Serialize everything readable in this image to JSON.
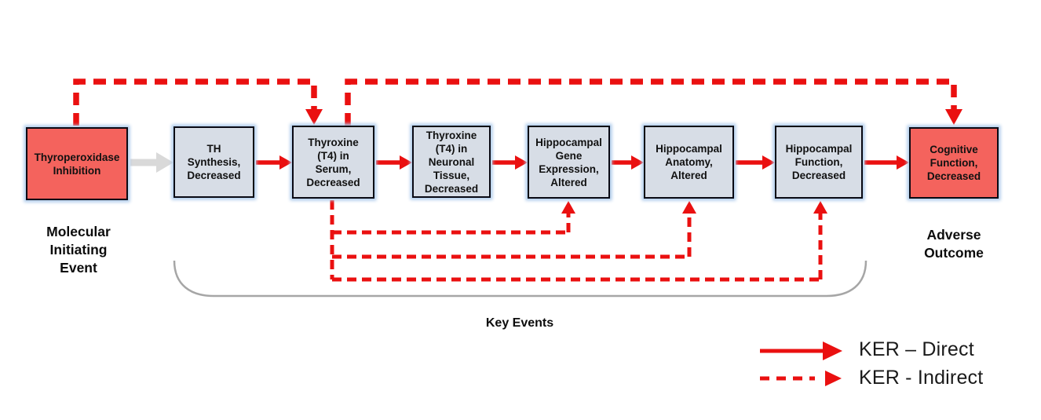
{
  "nodes": [
    {
      "id": "thyroperoxidase-inhibition",
      "label": "Thyroperoxidase\nInhibition",
      "type": "initiating-event"
    },
    {
      "id": "th-synthesis-decreased",
      "label": "TH\nSynthesis,\nDecreased",
      "type": "key-event"
    },
    {
      "id": "t4-in-serum-decreased",
      "label": "Thyroxine\n(T4) in\nSerum,\nDecreased",
      "type": "key-event"
    },
    {
      "id": "t4-in-neuronal-tissue-decreased",
      "label": "Thyroxine\n(T4) in\nNeuronal\nTissue,\nDecreased",
      "type": "key-event"
    },
    {
      "id": "hippocampal-gene-expression-altered",
      "label": "Hippocampal\nGene\nExpression,\nAltered",
      "type": "key-event"
    },
    {
      "id": "hippocampal-anatomy-altered",
      "label": "Hippocampal\nAnatomy,\nAltered",
      "type": "key-event"
    },
    {
      "id": "hippocampal-function-decreased",
      "label": "Hippocampal\nFunction,\nDecreased",
      "type": "key-event"
    },
    {
      "id": "cognitive-function-decreased",
      "label": "Cognitive\nFunction,\nDecreased",
      "type": "adverse-outcome"
    }
  ],
  "labels": {
    "molecular_initiating_event": "Molecular\nInitiating\nEvent",
    "adverse_outcome": "Adverse\nOutcome",
    "key_events": "Key Events"
  },
  "legend": {
    "direct": "KER – Direct",
    "indirect": "KER - Indirect"
  },
  "colors": {
    "event_box_fill": "#f4635d",
    "key_event_box_fill": "#d7dde6",
    "box_border": "#0a0a14",
    "box_glow": "#aecbeb",
    "arrow_red": "#ea1010",
    "arrow_gray": "#d9d9d9",
    "bracket_gray": "#a6a6a6",
    "text_dark": "#111111"
  }
}
